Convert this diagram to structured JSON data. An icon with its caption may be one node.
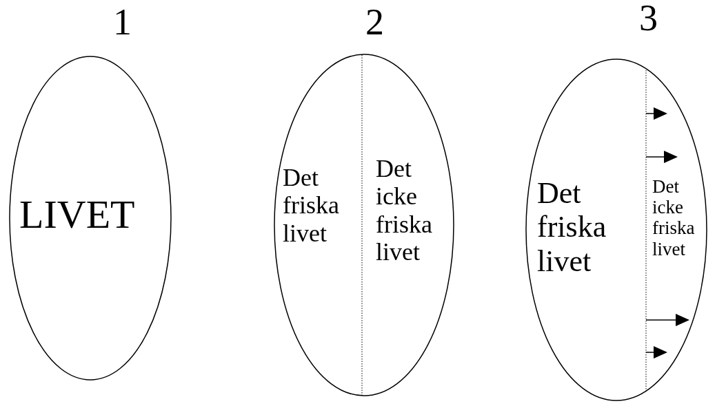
{
  "diagram": {
    "nodes": [
      {
        "text": [
          "1",
          "LIVET"
        ]
      },
      {
        "text": [
          "2",
          "Det friska livet",
          "Det icke friska livet"
        ]
      },
      {
        "text": [
          "3",
          "Det friska livet",
          "Det icke friska livet"
        ]
      }
    ]
  }
}
